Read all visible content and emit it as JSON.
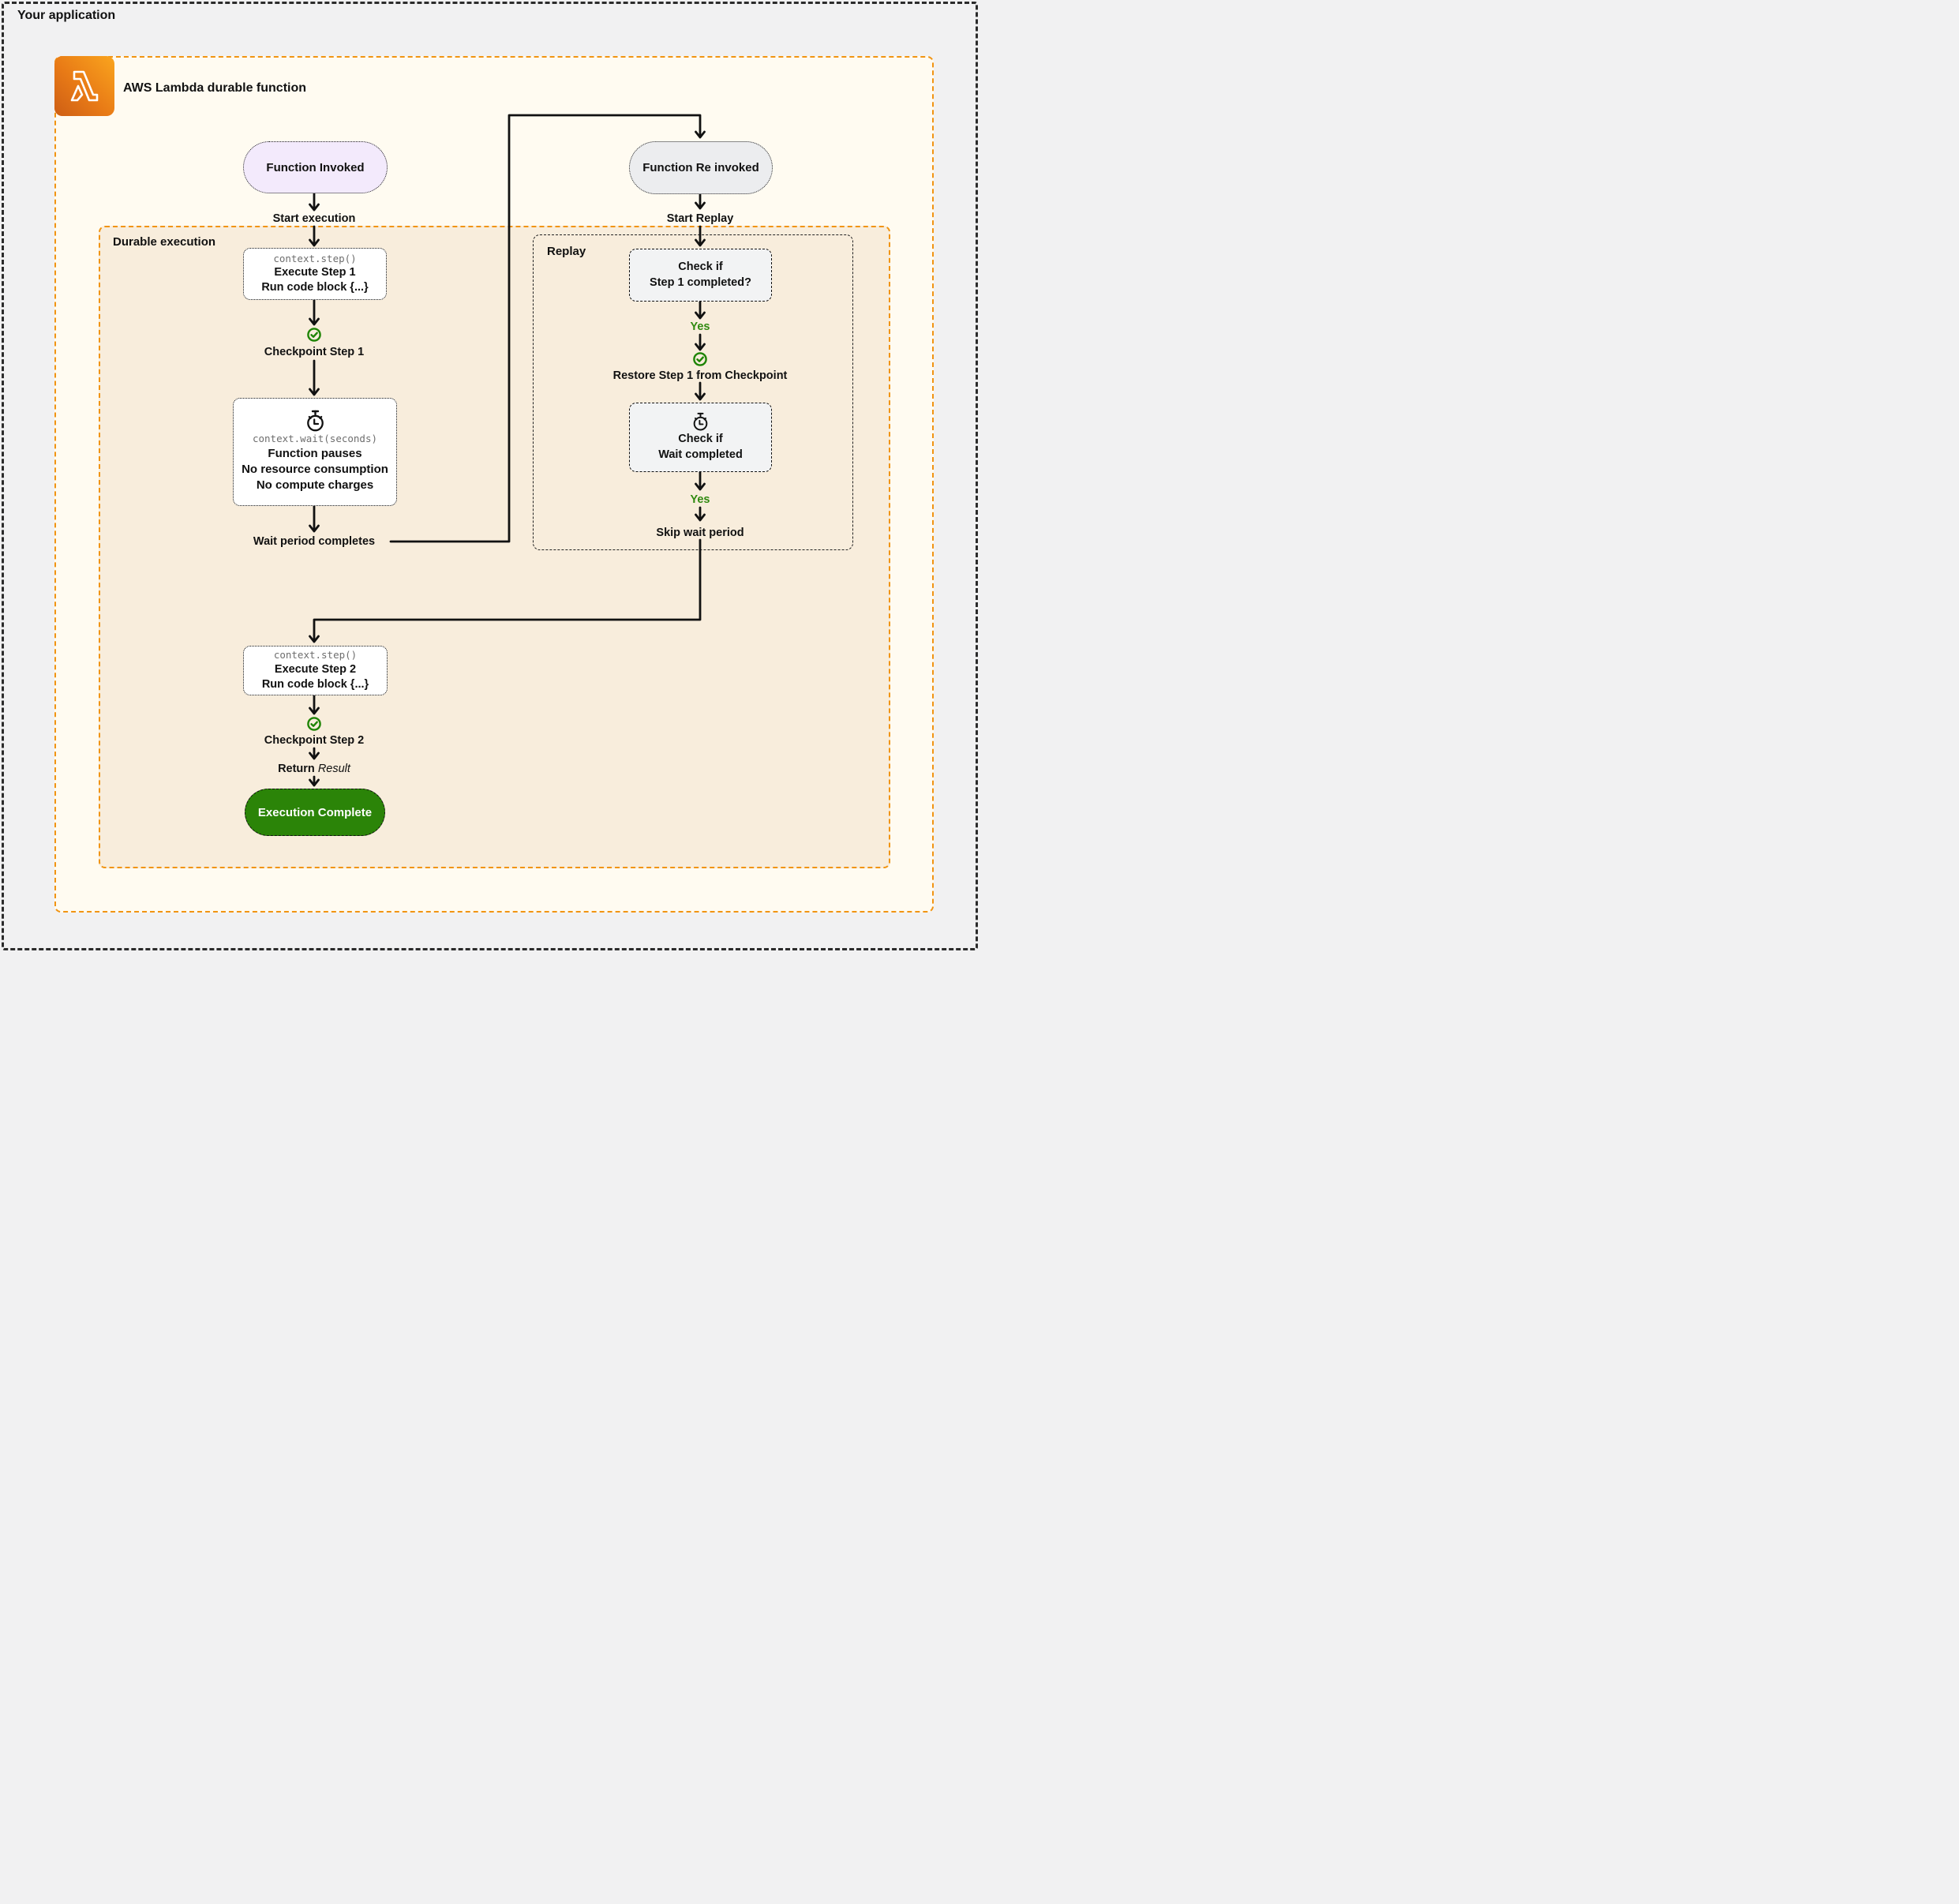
{
  "app": {
    "title": "Your application"
  },
  "lambda": {
    "title": "AWS Lambda durable function"
  },
  "groups": {
    "durable": "Durable execution",
    "replay": "Replay"
  },
  "flow": {
    "function_invoked": "Function Invoked",
    "start_execution": "Start execution",
    "step1_code": "context.step()",
    "step1_line1": "Execute Step 1",
    "step1_line2": "Run code block {...}",
    "checkpoint1": "Checkpoint Step 1",
    "wait_code": "context.wait(seconds)",
    "wait_line1": "Function pauses",
    "wait_line2": "No resource consumption",
    "wait_line3": "No compute charges",
    "wait_completes": "Wait period completes",
    "function_reinvoked": "Function Re invoked",
    "start_replay": "Start Replay",
    "check_step1_line1": "Check if",
    "check_step1_line2": "Step 1 completed?",
    "yes1": "Yes",
    "restore": "Restore Step 1 from Checkpoint",
    "check_wait_line1": "Check if",
    "check_wait_line2": "Wait completed",
    "yes2": "Yes",
    "skip_wait": "Skip wait period",
    "step2_code": "context.step()",
    "step2_line1": "Execute Step 2",
    "step2_line2": "Run code block {...}",
    "checkpoint2": "Checkpoint Step 2",
    "return_word": "Return",
    "return_value": "Result",
    "execution_complete": "Execution Complete"
  },
  "colors": {
    "accent_orange": "#F19412",
    "pill_green": "#2B8408",
    "yes_green": "#308A10",
    "check_green": "#1E8404",
    "lavender": "#F3EAFC"
  }
}
